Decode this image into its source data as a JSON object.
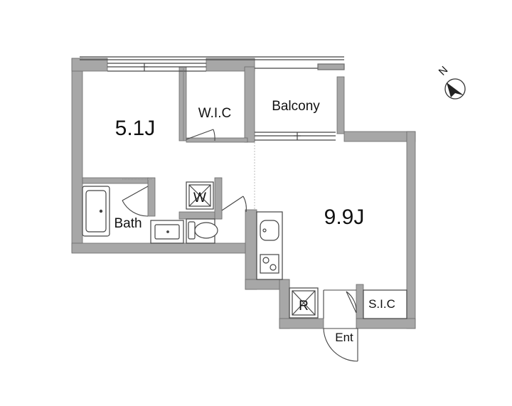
{
  "rooms": {
    "main_room": "9.9J",
    "bedroom": "5.1J",
    "wic": "W.I.C",
    "balcony": "Balcony",
    "bath": "Bath",
    "sic": "S.I.C",
    "entrance": "Ent"
  },
  "fixtures": {
    "washer": "W",
    "fridge": "R"
  },
  "compass": {
    "north": "N"
  },
  "colors": {
    "wall": "#a7a7a7",
    "line": "#444444",
    "background": "#ffffff"
  }
}
